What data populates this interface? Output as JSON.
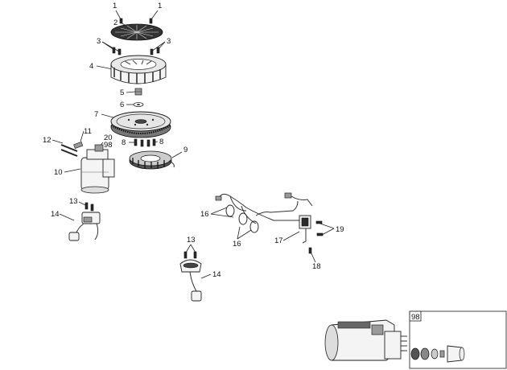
{
  "callouts": {
    "c1a": "1",
    "c1b": "1",
    "c2": "2",
    "c3a": "3",
    "c3b": "3",
    "c4": "4",
    "c5": "5",
    "c6": "6",
    "c7": "7",
    "c8a": "8",
    "c8b": "8",
    "c9": "9",
    "c10": "10",
    "c11": "11",
    "c12": "12",
    "c13a": "13",
    "c13b": "13",
    "c14a": "14",
    "c14b": "14",
    "c16a": "16",
    "c16b": "16",
    "c17": "17",
    "c18": "18",
    "c19": "19",
    "c20": "20",
    "c98a": "98",
    "c98b": "98"
  }
}
